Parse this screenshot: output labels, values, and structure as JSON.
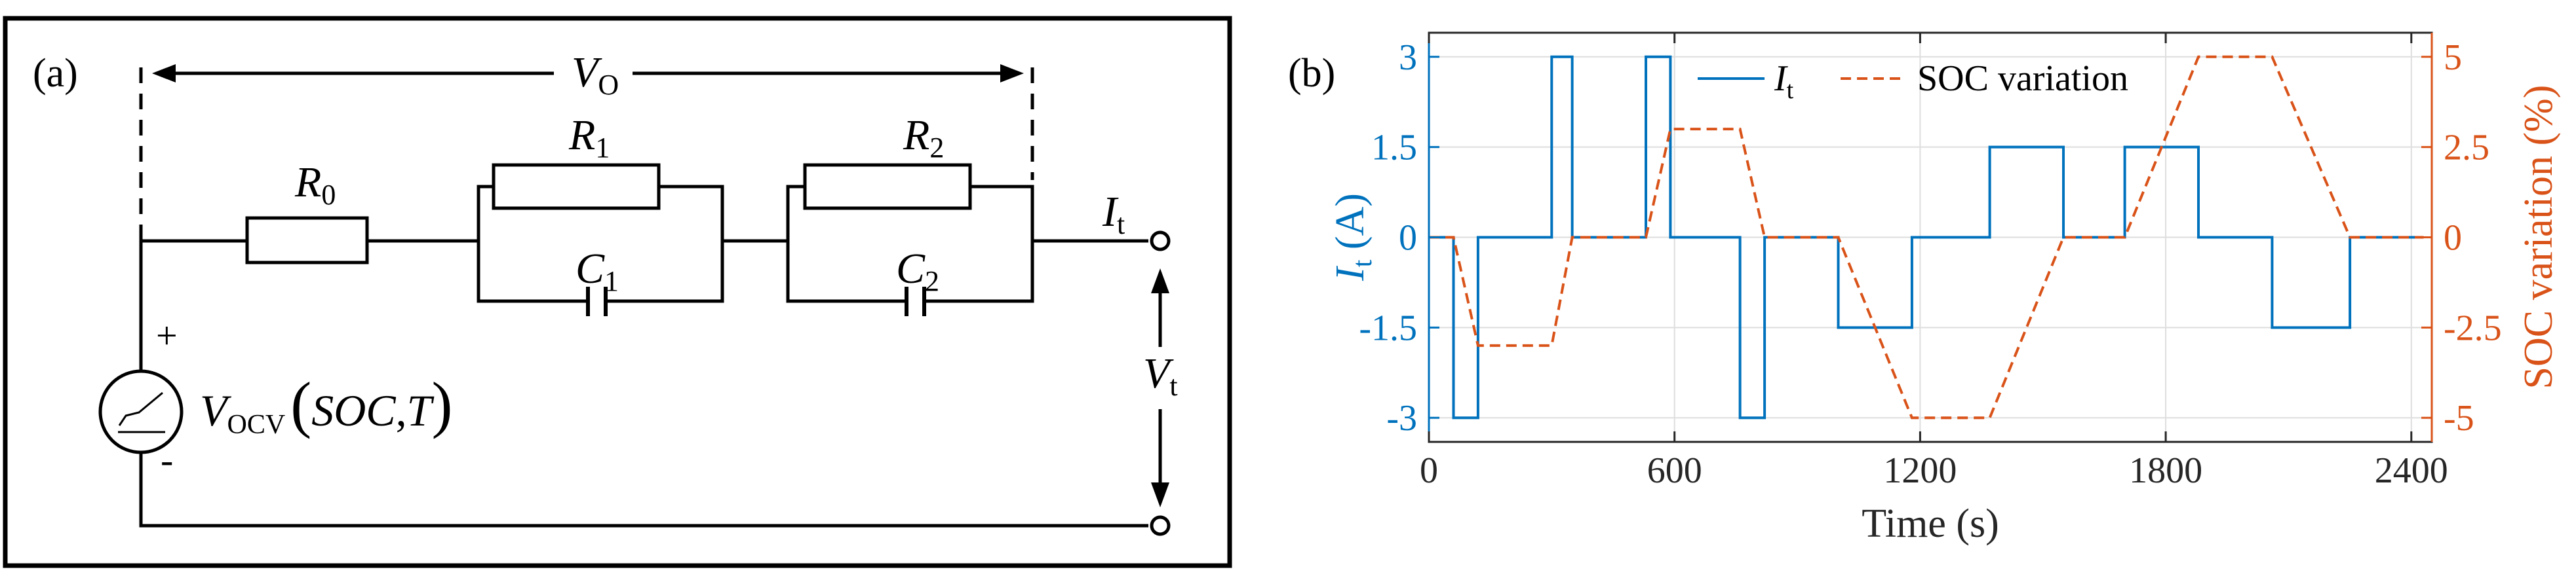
{
  "panel_a": {
    "label": "(a)",
    "vo": {
      "main": "V",
      "sub": "O"
    },
    "r0": {
      "main": "R",
      "sub": "0"
    },
    "r1": {
      "main": "R",
      "sub": "1"
    },
    "r2": {
      "main": "R",
      "sub": "2"
    },
    "c1": {
      "main": "C",
      "sub": "1"
    },
    "c2": {
      "main": "C",
      "sub": "2"
    },
    "it": {
      "main": "I",
      "sub": "t"
    },
    "vt": {
      "main": "V",
      "sub": "t"
    },
    "vocv": {
      "main": "V",
      "sub": "OCV",
      "open": "(",
      "args": "SOC",
      "comma": ",",
      "t": "T",
      "close": ")"
    },
    "plus": "+",
    "minus": "-"
  },
  "panel_b": {
    "label": "(b)",
    "left_axis": {
      "main": "I",
      "sub": "t",
      "unit": " (A)"
    },
    "right_axis_label": "SOC variation (%)",
    "x_axis_label": "Time (s)",
    "legend": {
      "it_main": "I",
      "it_sub": "t",
      "soc": "SOC variation"
    },
    "colors": {
      "current": "#0072BD",
      "soc": "#D95319"
    },
    "chart_data": {
      "type": "line",
      "xlim": [
        0,
        2450
      ],
      "x_ticks": [
        0,
        600,
        1200,
        1800,
        2400
      ],
      "x_tick_labels": [
        "0",
        "600",
        "1200",
        "1800",
        "2400"
      ],
      "left_ylim": [
        -3.4,
        3.4
      ],
      "left_ticks": [
        -3,
        -1.5,
        0,
        1.5,
        3
      ],
      "left_tick_labels": [
        "-3",
        "-1.5",
        "0",
        "1.5",
        "3"
      ],
      "right_ylim": [
        -5.6667,
        5.6667
      ],
      "right_ticks": [
        -5,
        -2.5,
        0,
        2.5,
        5
      ],
      "right_tick_labels": [
        "-5",
        "-2.5",
        "0",
        "2.5",
        "5"
      ],
      "grid": true,
      "legend_position": "top",
      "series": [
        {
          "name": "It",
          "axis": "left",
          "style": "solid",
          "x": [
            0,
            60,
            60,
            120,
            120,
            300,
            300,
            350,
            350,
            530,
            530,
            590,
            590,
            760,
            760,
            820,
            820,
            1000,
            1000,
            1180,
            1180,
            1370,
            1370,
            1550,
            1550,
            1700,
            1700,
            1880,
            1880,
            2060,
            2060,
            2250,
            2250,
            2430
          ],
          "y": [
            0,
            0,
            -3,
            -3,
            0,
            0,
            3,
            3,
            0,
            0,
            3,
            3,
            0,
            0,
            -3,
            -3,
            0,
            0,
            -1.5,
            -1.5,
            0,
            0,
            1.5,
            1.5,
            0,
            0,
            1.5,
            1.5,
            0,
            0,
            -1.5,
            -1.5,
            0,
            0
          ]
        },
        {
          "name": "SOC variation",
          "axis": "right",
          "style": "dashed",
          "x": [
            0,
            60,
            120,
            300,
            350,
            530,
            590,
            760,
            820,
            1000,
            1180,
            1370,
            1550,
            1700,
            1880,
            2060,
            2250,
            2430
          ],
          "y": [
            0,
            0,
            -3,
            -3,
            0,
            0,
            3,
            3,
            0,
            0,
            -5,
            -5,
            0,
            0,
            5,
            5,
            0,
            0
          ]
        }
      ]
    }
  }
}
